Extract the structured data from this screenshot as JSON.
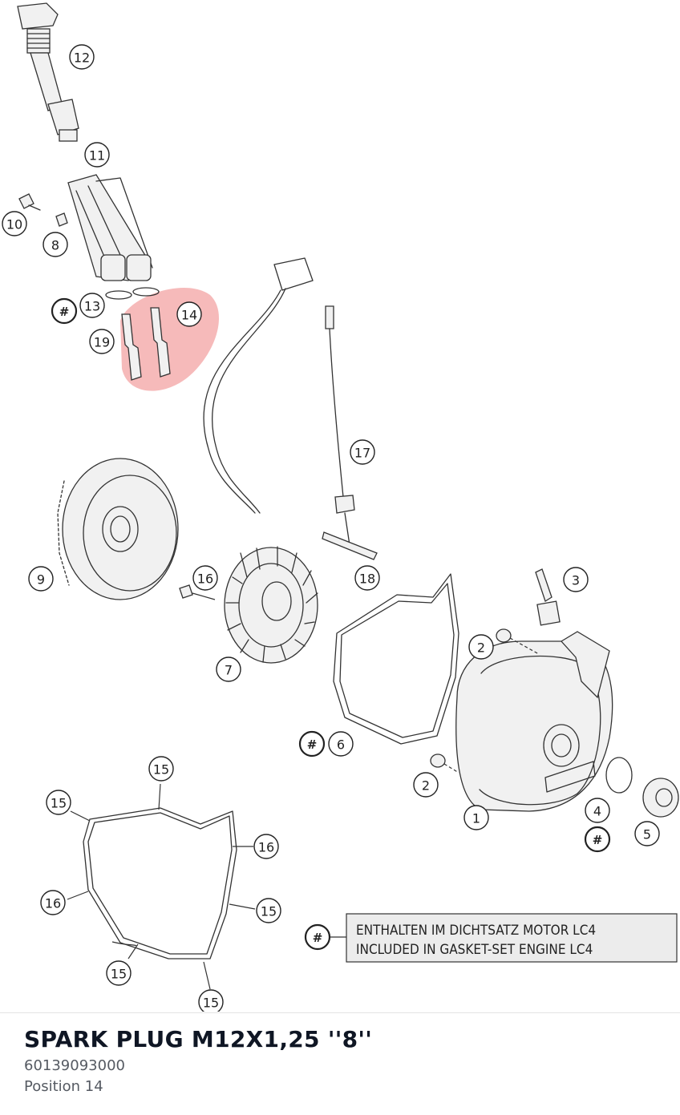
{
  "diagram": {
    "callouts": [
      "12",
      "11",
      "10",
      "8",
      "#",
      "13",
      "14",
      "19",
      "17",
      "9",
      "16",
      "18",
      "3",
      "2",
      "7",
      "#",
      "6",
      "2",
      "15",
      "15",
      "16",
      "16",
      "15",
      "15",
      "15",
      "1",
      "4",
      "#",
      "5",
      "#"
    ],
    "legend": {
      "line1": "ENTHALTEN IM DICHTSATZ MOTOR LC4",
      "line2": "INCLUDED IN GASKET-SET ENGINE LC4"
    },
    "highlight_color": "#f08c8c"
  },
  "part": {
    "title": "SPARK PLUG M12X1,25 ''8''",
    "number": "60139093000",
    "position": "Position 14"
  }
}
